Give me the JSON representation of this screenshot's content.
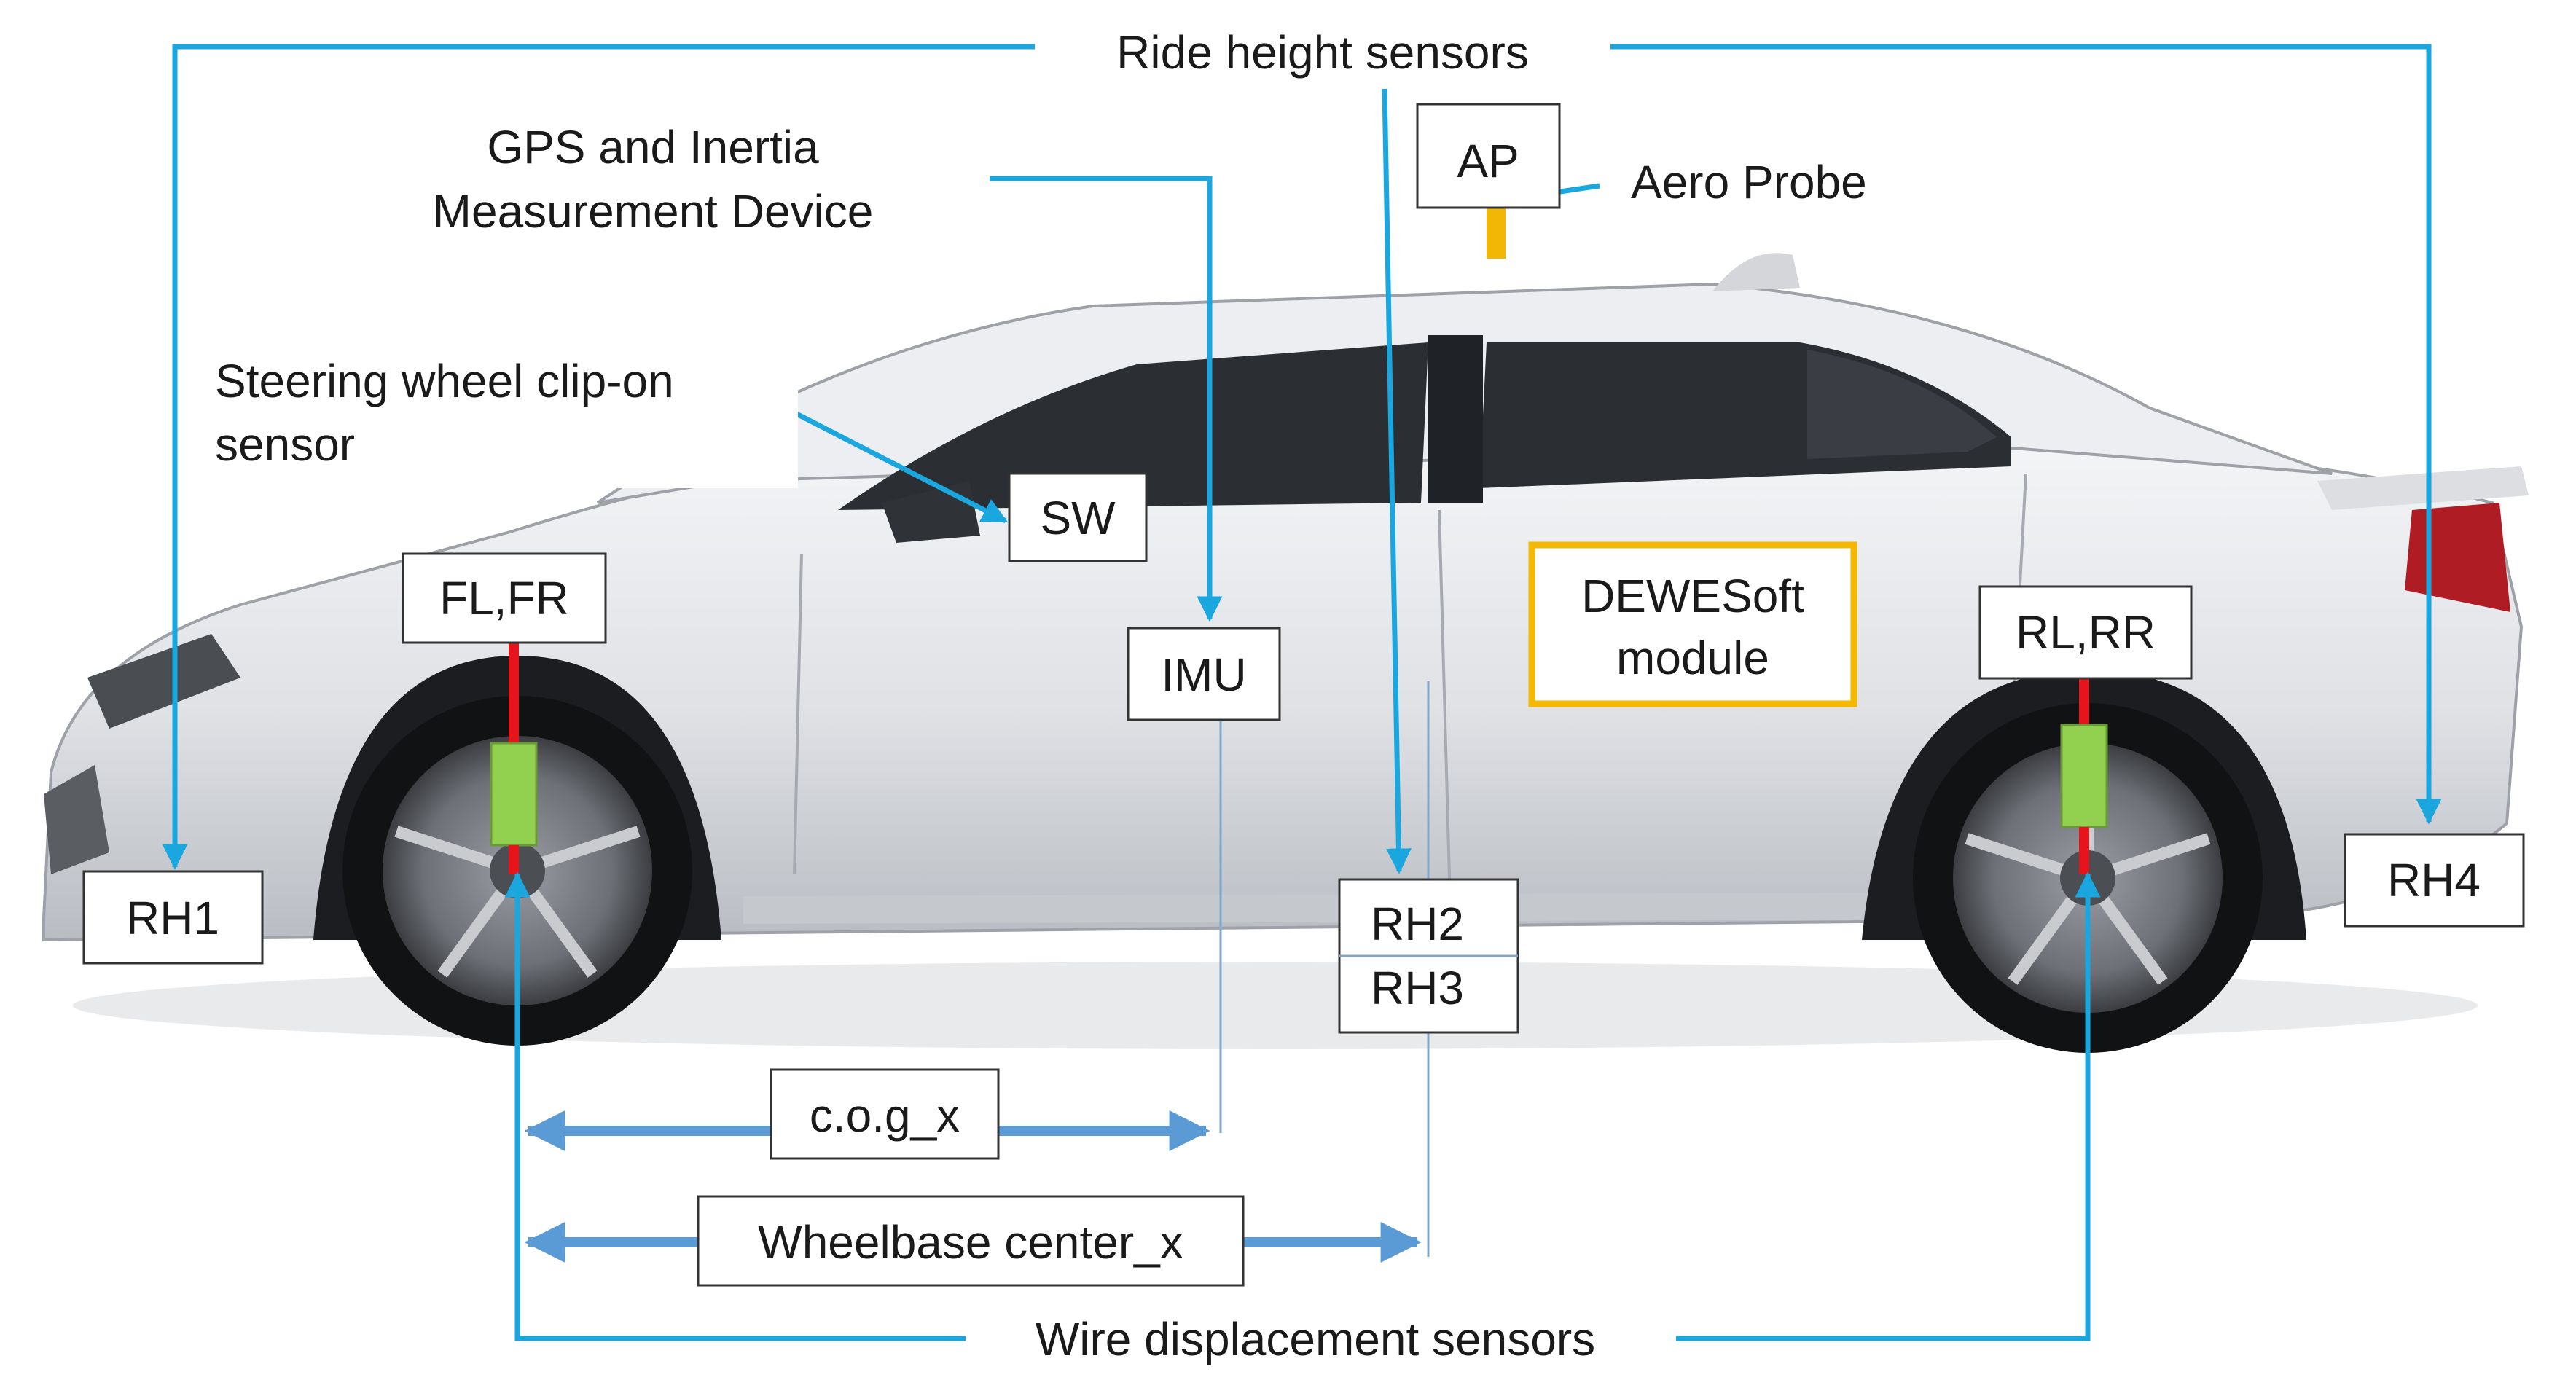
{
  "labels": {
    "ride_height_sensors": "Ride height sensors",
    "gps_line1": "GPS and Inertia",
    "gps_line2": "Measurement Device",
    "aero_probe": "Aero Probe",
    "steering_line1": "Steering wheel clip-on",
    "steering_line2": "sensor",
    "wire_displacement_sensors": "Wire displacement sensors"
  },
  "tags": {
    "ap": "AP",
    "sw": "SW",
    "fl_fr": "FL,FR",
    "imu": "IMU",
    "dewesoft_line1": "DEWESoft",
    "dewesoft_line2": "module",
    "rl_rr": "RL,RR",
    "rh1": "RH1",
    "rh2": "RH2",
    "rh3": "RH3",
    "rh4": "RH4",
    "cog_x": "c.o.g_x",
    "wheelbase_center_x": "Wheelbase center_x"
  },
  "colors": {
    "callout_line": "#1aa7e0",
    "dimension_arrow": "#5b9bd5",
    "aero_probe": "#f2b705",
    "dewesoft_border": "#f5b800",
    "strut": "#e8141c",
    "damper": "#92d050",
    "car_body": "#e3e5e8"
  }
}
